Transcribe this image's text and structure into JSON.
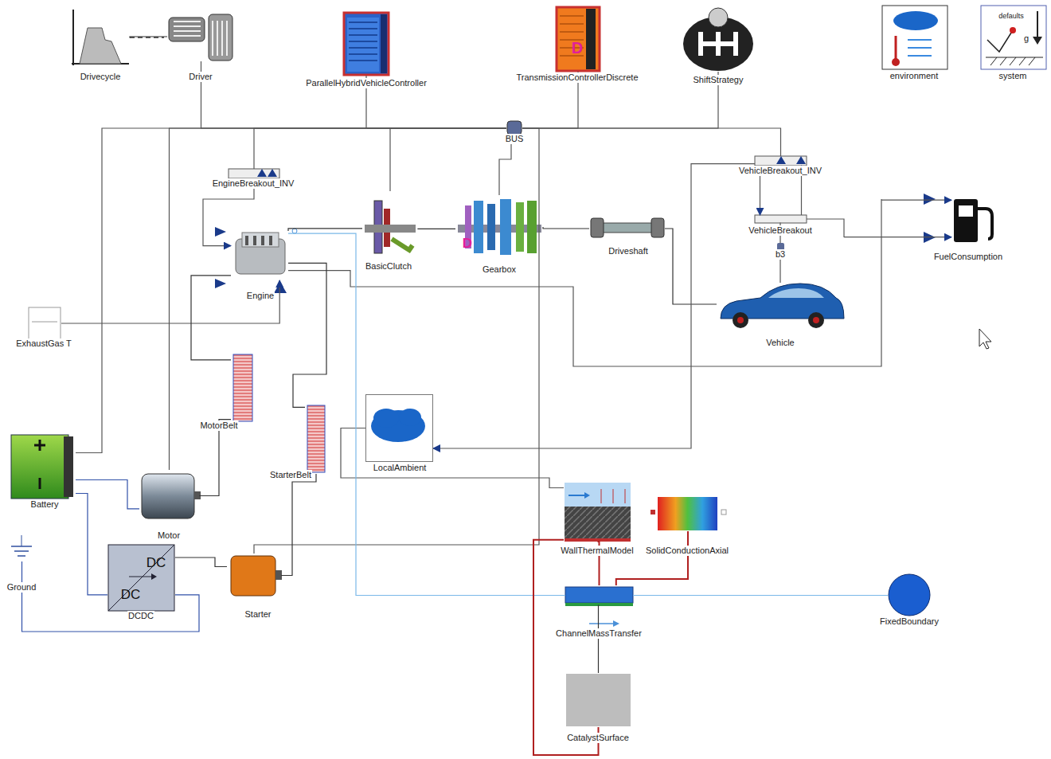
{
  "diagram": {
    "nodes": [
      {
        "text": [
          "Drivecycle"
        ]
      },
      {
        "text": [
          "Driver"
        ]
      },
      {
        "text": [
          "ParallelHybridVehicleController"
        ]
      },
      {
        "text": [
          "TransmissionControllerDiscrete"
        ]
      },
      {
        "text": [
          "ShiftStrategy"
        ]
      },
      {
        "text": [
          "environment"
        ]
      },
      {
        "text": [
          "system"
        ]
      },
      {
        "text": [
          "BUS"
        ]
      },
      {
        "text": [
          "EngineBreakout_INV"
        ]
      },
      {
        "text": [
          "Engine"
        ]
      },
      {
        "text": [
          "ExhaustGas T"
        ]
      },
      {
        "text": [
          "BasicClutch"
        ]
      },
      {
        "text": [
          "Gearbox"
        ]
      },
      {
        "text": [
          "Driveshaft"
        ]
      },
      {
        "text": [
          "VehicleBreakout_INV"
        ]
      },
      {
        "text": [
          "VehicleBreakout"
        ]
      },
      {
        "text": [
          "b3"
        ]
      },
      {
        "text": [
          "FuelConsumption"
        ]
      },
      {
        "text": [
          "Vehicle"
        ]
      },
      {
        "text": [
          "MotorBelt"
        ]
      },
      {
        "text": [
          "StarterBelt"
        ]
      },
      {
        "text": [
          "LocalAmbient"
        ]
      },
      {
        "text": [
          "Battery"
        ]
      },
      {
        "text": [
          "Motor"
        ]
      },
      {
        "text": [
          "Ground"
        ]
      },
      {
        "text": [
          "DCDC"
        ]
      },
      {
        "text": [
          "Starter"
        ]
      },
      {
        "text": [
          "WallThermalModel"
        ]
      },
      {
        "text": [
          "SolidConductionAxial"
        ]
      },
      {
        "text": [
          "ChannelMassTransfer"
        ]
      },
      {
        "text": [
          "FixedBoundary"
        ]
      },
      {
        "text": [
          "CatalystSurface"
        ]
      }
    ],
    "edges": [
      {
        "from": 0,
        "to": 1,
        "arrow": "none"
      },
      {
        "from": 1,
        "to": 7,
        "arrow": "none"
      },
      {
        "from": 2,
        "to": 7,
        "arrow": "none"
      },
      {
        "from": 3,
        "to": 7,
        "arrow": "none"
      },
      {
        "from": 4,
        "to": 7,
        "arrow": "none"
      },
      {
        "from": 7,
        "to": 8,
        "arrow": "none"
      },
      {
        "from": 7,
        "to": 11,
        "arrow": "none"
      },
      {
        "from": 7,
        "to": 12,
        "arrow": "none"
      },
      {
        "from": 7,
        "to": 14,
        "arrow": "none"
      },
      {
        "from": 7,
        "to": 22,
        "arrow": "none"
      },
      {
        "from": 7,
        "to": 23,
        "arrow": "none"
      },
      {
        "from": 7,
        "to": 26,
        "arrow": "none"
      },
      {
        "from": 8,
        "to": 9,
        "arrow": "to"
      },
      {
        "from": 10,
        "to": 9,
        "arrow": "to"
      },
      {
        "from": 9,
        "to": 11,
        "arrow": "none"
      },
      {
        "from": 11,
        "to": 12,
        "arrow": "none"
      },
      {
        "from": 12,
        "to": 13,
        "arrow": "none"
      },
      {
        "from": 13,
        "to": 18,
        "arrow": "none"
      },
      {
        "from": 14,
        "to": 15,
        "arrow": "to"
      },
      {
        "from": 15,
        "to": 14,
        "arrow": "to"
      },
      {
        "from": 15,
        "to": 16,
        "arrow": "none"
      },
      {
        "from": 16,
        "to": 18,
        "arrow": "none"
      },
      {
        "from": 15,
        "to": 17,
        "arrow": "to"
      },
      {
        "from": 9,
        "to": 17,
        "arrow": "to"
      },
      {
        "from": 14,
        "to": 21,
        "arrow": "to"
      },
      {
        "from": 19,
        "to": 9,
        "arrow": "none"
      },
      {
        "from": 19,
        "to": 23,
        "arrow": "none"
      },
      {
        "from": 20,
        "to": 9,
        "arrow": "none"
      },
      {
        "from": 20,
        "to": 26,
        "arrow": "none"
      },
      {
        "from": 22,
        "to": 23,
        "arrow": "none"
      },
      {
        "from": 22,
        "to": 25,
        "arrow": "none"
      },
      {
        "from": 25,
        "to": 26,
        "arrow": "none"
      },
      {
        "from": 24,
        "to": 25,
        "arrow": "none"
      },
      {
        "from": 21,
        "to": 27,
        "arrow": "none"
      },
      {
        "from": 9,
        "to": 29,
        "arrow": "none"
      },
      {
        "from": 29,
        "to": 30,
        "arrow": "none"
      },
      {
        "from": 27,
        "to": 29,
        "arrow": "none"
      },
      {
        "from": 28,
        "to": 29,
        "arrow": "none"
      },
      {
        "from": 29,
        "to": 31,
        "arrow": "none"
      },
      {
        "from": 31,
        "to": 27,
        "arrow": "none"
      }
    ],
    "labels": [
      "defaults",
      "g",
      "D",
      "D",
      "DC",
      "DC"
    ]
  }
}
